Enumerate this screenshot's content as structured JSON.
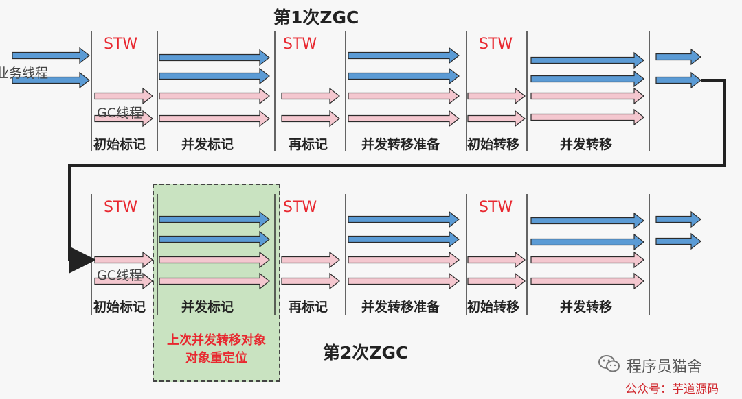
{
  "top": {
    "title": "第1次ZGC",
    "stw_labels": [
      "STW",
      "STW",
      "STW"
    ],
    "phases": [
      "初始标记",
      "并发标记",
      "再标记",
      "并发转移准备",
      "初始转移",
      "并发转移"
    ],
    "business_threads_label": "业务线程",
    "gc_threads_label": "GC线程"
  },
  "bottom": {
    "title": "第2次ZGC",
    "stw_labels": [
      "STW",
      "STW",
      "STW"
    ],
    "phases": [
      "初始标记",
      "并发标记",
      "再标记",
      "并发转移准备",
      "初始转移",
      "并发转移"
    ],
    "gc_threads_label": "GC线程",
    "highlight_lines": [
      "上次并发转移对象",
      "对象重定位"
    ]
  },
  "watermark": {
    "line1": "程序员猫舍",
    "line2": "公众号：芋道源码",
    "icon": "wechat-icon"
  },
  "colors": {
    "business_arrow": "#5b9bd5",
    "gc_arrow": "#f4c7cf",
    "stw_text": "#e8272f",
    "highlight_fill": "#c9e3c1"
  }
}
